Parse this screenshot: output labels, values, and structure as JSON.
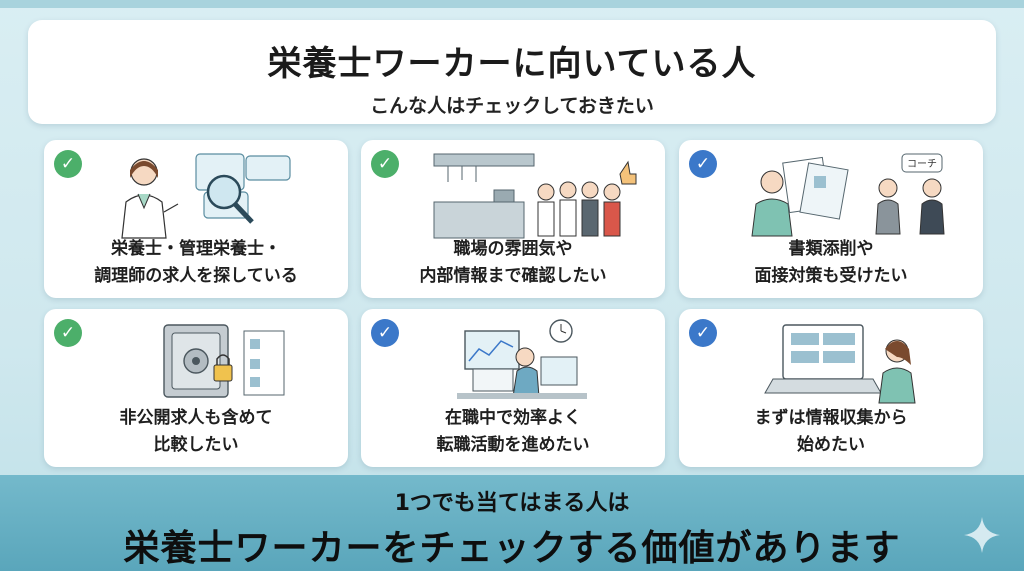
{
  "header": {
    "title": "栄養士ワーカーに向いている人",
    "subtitle": "こんな人はチェックしておきたい"
  },
  "cards": [
    {
      "line1": "栄養士・管理栄養士・",
      "line2": "調理師の求人を探している",
      "check_color": "#4caf6a"
    },
    {
      "line1": "職場の雰囲気や",
      "line2": "内部情報まで確認したい",
      "check_color": "#4caf6a"
    },
    {
      "line1": "書類添削や",
      "line2": "面接対策も受けたい",
      "check_color": "#3b78c9"
    },
    {
      "line1": "非公開求人も含めて",
      "line2": "比較したい",
      "check_color": "#4caf6a"
    },
    {
      "line1": "在職中で効率よく",
      "line2": "転職活動を進めたい",
      "check_color": "#3b78c9"
    },
    {
      "line1": "まずは情報収集から",
      "line2": "始めたい",
      "check_color": "#3b78c9"
    }
  ],
  "illustrations": {
    "coach_bubble": "コーチ"
  },
  "footer": {
    "sub": "1つでも当てはまる人は",
    "main": "栄養士ワーカーをチェックする価値があります"
  },
  "icons": [
    "check-icon",
    "magnifier-icon",
    "kitchen-staff-icon",
    "document-icon",
    "safe-lock-icon",
    "computer-desk-icon",
    "laptop-icon",
    "sparkle-icon"
  ],
  "colors": {
    "background": "#d9eef3",
    "band": "#6ab1c4",
    "check_green": "#4caf6a",
    "check_blue": "#3b78c9"
  }
}
